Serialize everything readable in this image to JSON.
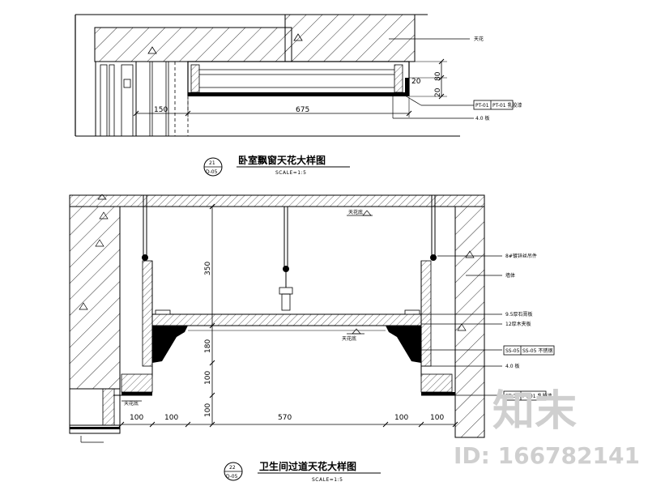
{
  "detail_21": {
    "number": "21",
    "sheet": "D-05",
    "title": "卧室飘窗天花大样图",
    "scale": "SCALE=1:5",
    "dims": {
      "d150": "150",
      "d675": "675",
      "d20": "20",
      "d80": "80",
      "d20b": "20"
    },
    "leader_labels": {
      "wall": "天花",
      "paint": "PT-01 乳胶漆",
      "board": "4.0 板"
    },
    "markers": {
      "ptcode": "PT-01"
    }
  },
  "detail_22": {
    "number": "22",
    "sheet": "D-05",
    "title": "卫生间过道天花大样图",
    "scale": "SCALE=1:5",
    "dims": {
      "v350": "350",
      "v180": "180",
      "v100a": "100",
      "v100b": "100",
      "h100a": "100",
      "h100b": "100",
      "h570": "570",
      "h100c": "100",
      "h100d": "100"
    },
    "leader_labels": {
      "hanger": "8#镀锌丝吊件",
      "wall": "墙体",
      "gypsum": "9.5厚石膏板",
      "board": "12厚木夹板",
      "ss05": "SS-05 不锈钢",
      "board4": "4.0 板",
      "pt01": "PT-01 乳胶漆"
    },
    "level_labels": {
      "top": "天花底",
      "mid": "天花底",
      "bottom": "天花底"
    },
    "markers": {
      "ss05": "SS-05",
      "pt01": "PT-01"
    }
  },
  "watermark": {
    "brand": "知末",
    "id": "ID: 166782141"
  }
}
